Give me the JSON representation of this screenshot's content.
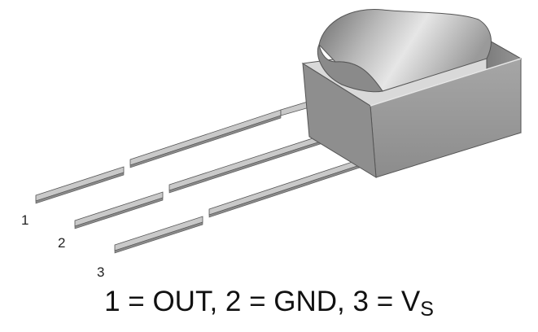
{
  "pins": [
    {
      "number": "1"
    },
    {
      "number": "2"
    },
    {
      "number": "3"
    }
  ],
  "caption": {
    "p1": "1 = OUT",
    "sep1": ", ",
    "p2": "2 = GND",
    "sep2": ", ",
    "p3": "3 = V",
    "p3_sub": "S"
  },
  "colors": {
    "body_front": "#9b9b9b",
    "body_side": "#7a7a7a",
    "body_top": "#d9d9d9",
    "lead_top": "#c9c9c9",
    "lead_side": "#8a8a8a"
  }
}
